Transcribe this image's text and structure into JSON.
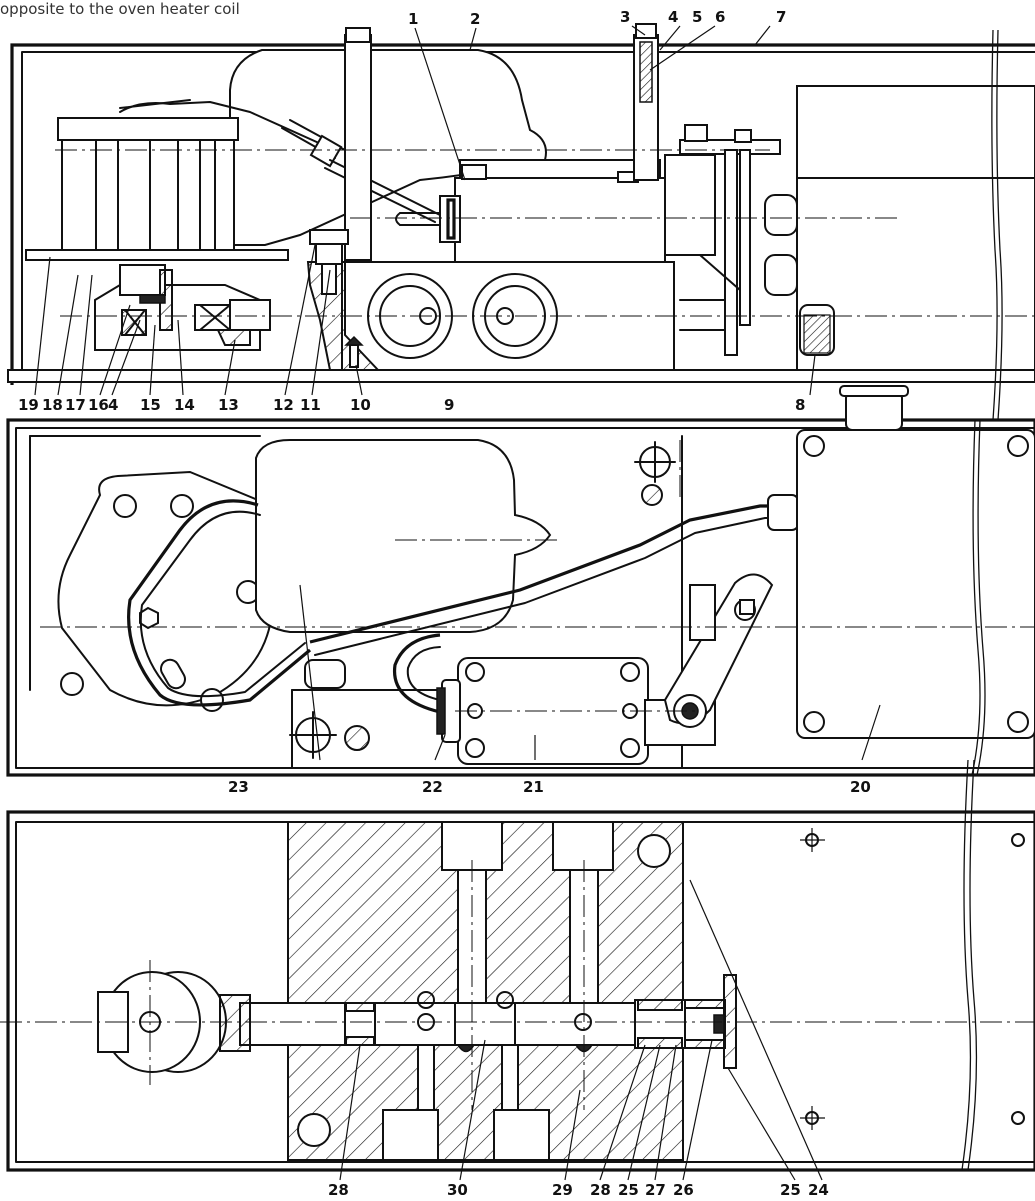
{
  "header_text": "opposite to the oven heater coil",
  "callouts": {
    "top": [
      {
        "id": "c1",
        "text": "1"
      },
      {
        "id": "c2",
        "text": "2"
      },
      {
        "id": "c3",
        "text": "3"
      },
      {
        "id": "c4a",
        "text": "4"
      },
      {
        "id": "c5",
        "text": "5"
      },
      {
        "id": "c6",
        "text": "6"
      },
      {
        "id": "c7",
        "text": "7"
      },
      {
        "id": "c19",
        "text": "19"
      },
      {
        "id": "c18",
        "text": "18"
      },
      {
        "id": "c17",
        "text": "17"
      },
      {
        "id": "c16",
        "text": "16"
      },
      {
        "id": "c4b",
        "text": "4"
      },
      {
        "id": "c15",
        "text": "15"
      },
      {
        "id": "c14",
        "text": "14"
      },
      {
        "id": "c13",
        "text": "13"
      },
      {
        "id": "c12",
        "text": "12"
      },
      {
        "id": "c11",
        "text": "11"
      },
      {
        "id": "c10",
        "text": "10"
      },
      {
        "id": "c9",
        "text": "9"
      },
      {
        "id": "c8",
        "text": "8"
      }
    ],
    "middle": [
      {
        "id": "c23",
        "text": "23"
      },
      {
        "id": "c22",
        "text": "22"
      },
      {
        "id": "c21",
        "text": "21"
      },
      {
        "id": "c20",
        "text": "20"
      }
    ],
    "bottom": [
      {
        "id": "c28a",
        "text": "28"
      },
      {
        "id": "c30",
        "text": "30"
      },
      {
        "id": "c29",
        "text": "29"
      },
      {
        "id": "c28b",
        "text": "28"
      },
      {
        "id": "c25a",
        "text": "25"
      },
      {
        "id": "c27",
        "text": "27"
      },
      {
        "id": "c26",
        "text": "26"
      },
      {
        "id": "c25b",
        "text": "25"
      },
      {
        "id": "c24",
        "text": "24"
      }
    ]
  }
}
